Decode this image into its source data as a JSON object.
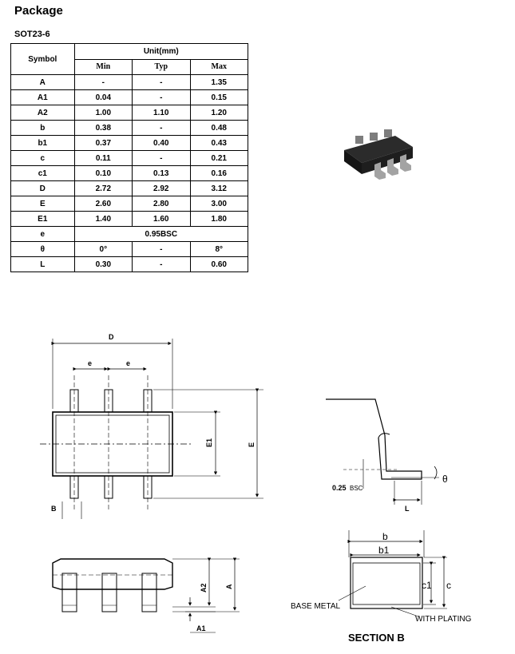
{
  "header": {
    "title": "Package",
    "subtitle": "SOT23-6"
  },
  "table": {
    "symbol_header": "Symbol",
    "unit_header": "Unit(mm)",
    "col_min": "Min",
    "col_typ": "Typ",
    "col_max": "Max",
    "rows": [
      {
        "sym": "A",
        "min": "-",
        "typ": "-",
        "max": "1.35"
      },
      {
        "sym": "A1",
        "min": "0.04",
        "typ": "-",
        "max": "0.15"
      },
      {
        "sym": "A2",
        "min": "1.00",
        "typ": "1.10",
        "max": "1.20"
      },
      {
        "sym": "b",
        "min": "0.38",
        "typ": "-",
        "max": "0.48"
      },
      {
        "sym": "b1",
        "min": "0.37",
        "typ": "0.40",
        "max": "0.43"
      },
      {
        "sym": "c",
        "min": "0.11",
        "typ": "-",
        "max": "0.21"
      },
      {
        "sym": "c1",
        "min": "0.10",
        "typ": "0.13",
        "max": "0.16"
      },
      {
        "sym": "D",
        "min": "2.72",
        "typ": "2.92",
        "max": "3.12"
      },
      {
        "sym": "E",
        "min": "2.60",
        "typ": "2.80",
        "max": "3.00"
      },
      {
        "sym": "E1",
        "min": "1.40",
        "typ": "1.60",
        "max": "1.80"
      },
      {
        "sym": "e",
        "span": "0.95BSC"
      },
      {
        "sym": "θ",
        "min": "0°",
        "typ": "-",
        "max": "8°"
      },
      {
        "sym": "L",
        "min": "0.30",
        "typ": "-",
        "max": "0.60"
      }
    ]
  },
  "drawing": {
    "top_view": {
      "D": "D",
      "e1": "e",
      "e2": "e",
      "E1": "E1",
      "E": "E",
      "B": "B"
    },
    "side_view": {
      "A2": "A2",
      "A": "A",
      "A1": "A1"
    },
    "lead_view": {
      "bsc": "0.25",
      "bsc_suffix": "BSC",
      "theta": "θ",
      "L": "L"
    },
    "section": {
      "b": "b",
      "b1": "b1",
      "c1": "c1",
      "c": "c",
      "base_metal": "BASE METAL",
      "with_plating": "WITH PLATING",
      "title": "SECTION B"
    }
  },
  "colors": {
    "chip_body": "#1e1e1e",
    "chip_lead": "#9a9a9a"
  }
}
